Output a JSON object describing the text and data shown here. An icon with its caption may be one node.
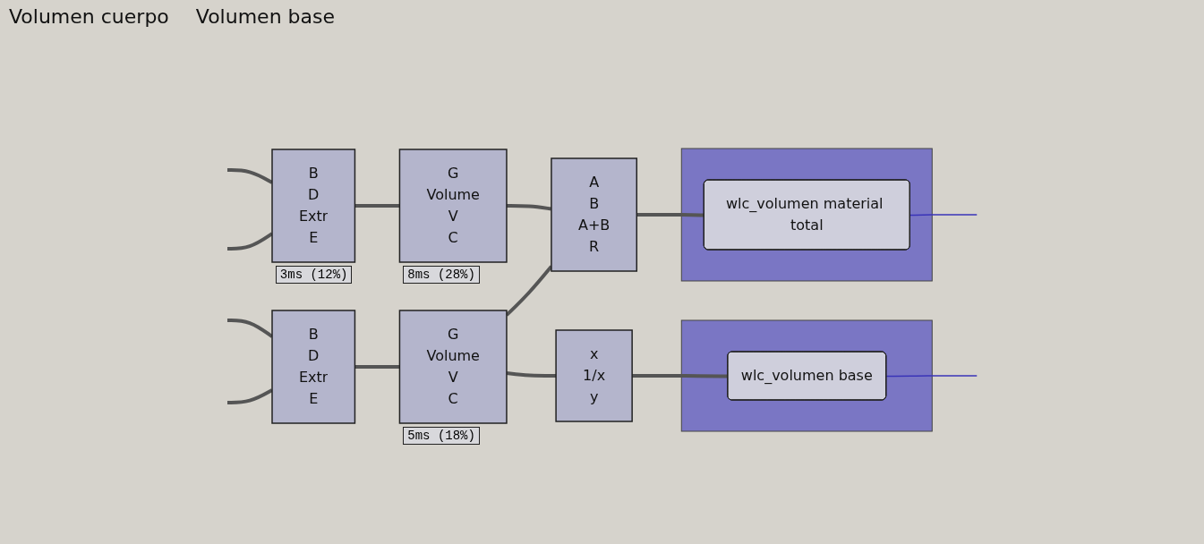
{
  "diagram": {
    "nodes": [
      {
        "text": [
          "B",
          "D",
          "Extr",
          "E"
        ],
        "beside": [
          "3ms (12%)"
        ]
      },
      {
        "text": [
          "G",
          "Volume",
          "V",
          "C"
        ],
        "beside": [
          "8ms (28%)"
        ]
      },
      {
        "text": [
          "A",
          "B",
          "A+B",
          "R"
        ]
      },
      {
        "text": [],
        "shape": "box"
      },
      {
        "text": [
          "wlc_volumen material total"
        ],
        "in": 3
      },
      {
        "text": [
          "B",
          "D",
          "Extr",
          "E"
        ]
      },
      {
        "text": [
          "G",
          "Volume",
          "V",
          "C"
        ],
        "beside": [
          "5ms (18%)"
        ]
      },
      {
        "text": [
          "x",
          "1/x",
          "y"
        ]
      },
      {
        "text": [],
        "shape": "box"
      },
      {
        "text": [
          "wlc_volumen base"
        ],
        "in": 8
      }
    ],
    "edges": [
      {
        "from": null,
        "to": 0,
        "arrow": "none"
      },
      {
        "from": null,
        "to": 0,
        "arrow": "none"
      },
      {
        "from": 0,
        "to": 1,
        "arrow": "none"
      },
      {
        "from": 1,
        "to": 2,
        "arrow": "none"
      },
      {
        "from": 2,
        "to": 4,
        "arrow": "none"
      },
      {
        "from": 4,
        "to": null,
        "arrow": "none",
        "color": "#3a34b8"
      },
      {
        "from": null,
        "to": 5,
        "arrow": "none"
      },
      {
        "from": null,
        "to": 5,
        "arrow": "none"
      },
      {
        "from": 5,
        "to": 6,
        "arrow": "none"
      },
      {
        "from": 6,
        "to": 2,
        "arrow": "none"
      },
      {
        "from": 6,
        "to": 7,
        "arrow": "none"
      },
      {
        "from": 7,
        "to": 9,
        "arrow": "none"
      },
      {
        "from": 9,
        "to": null,
        "arrow": "none",
        "color": "#3a34b8"
      }
    ],
    "labels": [
      "Volumen cuerpo",
      "Volumen base"
    ]
  }
}
